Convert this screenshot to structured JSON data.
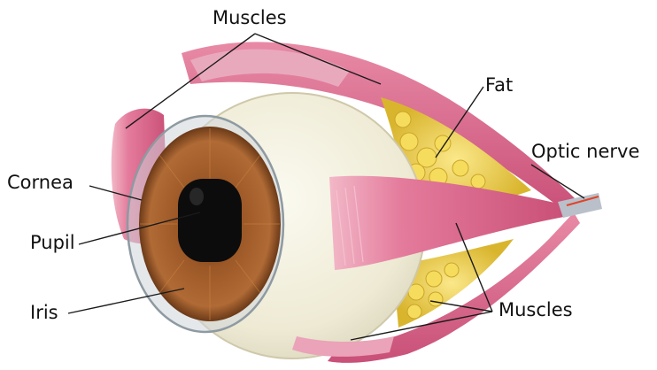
{
  "diagram": {
    "labels": {
      "muscles_top": "Muscles",
      "fat": "Fat",
      "optic_nerve": "Optic nerve",
      "cornea": "Cornea",
      "pupil": "Pupil",
      "iris": "Iris",
      "muscles_bottom": "Muscles"
    },
    "colors": {
      "muscle": "#e4789a",
      "sclera": "#f2efe0",
      "iris": "#9a5528",
      "pupil": "#0c0c0c",
      "fat": "#e9cf4a",
      "leader_line": "#1a1a1a"
    }
  }
}
